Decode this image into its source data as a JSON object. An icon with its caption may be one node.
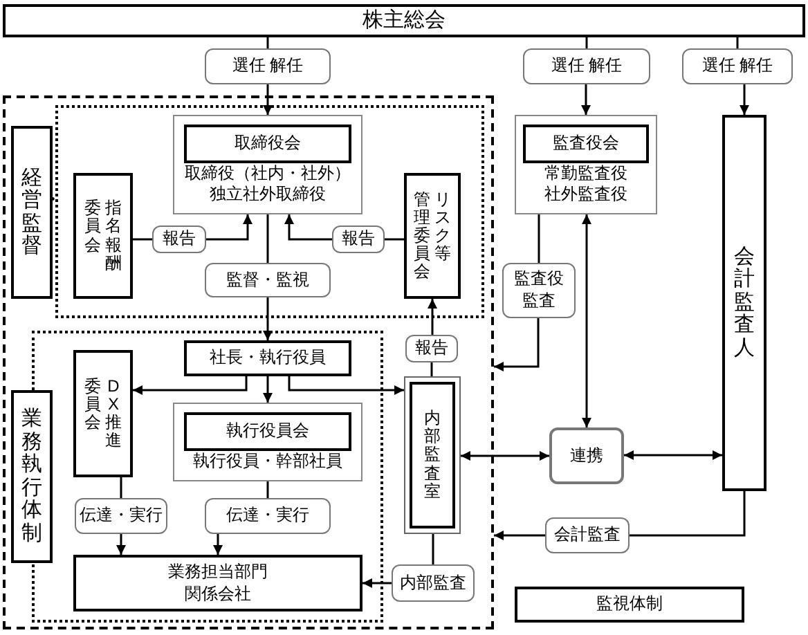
{
  "diagram": {
    "nodes": [
      {
        "text": [
          "株主総会"
        ]
      },
      {
        "text": [
          "選任 解任"
        ]
      },
      {
        "text": [
          "選任 解任"
        ]
      },
      {
        "text": [
          "選任 解任"
        ]
      },
      {
        "text": [],
        "shape": "box"
      },
      {
        "text": [],
        "shape": "box",
        "in": 4
      },
      {
        "text": [
          "経営・監督"
        ],
        "in": 4
      },
      {
        "text": [
          "取締役（社内・社外）独立社外取締役"
        ],
        "in": 5
      },
      {
        "text": [
          "取締役会"
        ],
        "in": 7
      },
      {
        "text": [
          "指名報酬委員会"
        ],
        "in": 5
      },
      {
        "text": [
          "報告"
        ],
        "in": 5
      },
      {
        "text": [
          "報告"
        ],
        "in": 5
      },
      {
        "text": [
          "リスク等管理委員会"
        ],
        "in": 5
      },
      {
        "text": [
          "監督・監視"
        ],
        "in": 5
      },
      {
        "text": [
          "常勤監査役社外監査役"
        ]
      },
      {
        "text": [
          "監査役会"
        ],
        "in": 14
      },
      {
        "text": [
          "会計監査人"
        ]
      },
      {
        "text": [
          "監査役監査"
        ]
      },
      {
        "text": [
          "報告"
        ],
        "in": 4
      },
      {
        "text": [],
        "shape": "box",
        "in": 4
      },
      {
        "text": [
          "業務執行体制"
        ],
        "in": 4
      },
      {
        "text": [
          "社長・執行役員"
        ],
        "in": 19
      },
      {
        "text": [
          "DX推進委員会"
        ],
        "in": 19
      },
      {
        "text": [
          "執行役員・幹部社員"
        ],
        "in": 19
      },
      {
        "text": [
          "執行役員会"
        ],
        "in": 23
      },
      {
        "text": [
          "伝達・実行"
        ],
        "in": 19
      },
      {
        "text": [
          "伝達・実行"
        ],
        "in": 19
      },
      {
        "text": [
          "業務担当部門関係会社"
        ],
        "in": 19
      },
      {
        "text": [
          "内部監査室"
        ],
        "in": 4
      },
      {
        "text": [
          "内部監査"
        ],
        "in": 4
      },
      {
        "text": [
          "連携"
        ]
      },
      {
        "text": [
          "会計監査"
        ]
      },
      {
        "text": [
          "監視体制"
        ]
      }
    ],
    "edges": [
      {
        "from": 0,
        "to": 1,
        "arrow": "none"
      },
      {
        "from": 1,
        "to": 7,
        "arrow": "to"
      },
      {
        "from": 0,
        "to": 2,
        "arrow": "none"
      },
      {
        "from": 2,
        "to": 14,
        "arrow": "to"
      },
      {
        "from": 0,
        "to": 3,
        "arrow": "none"
      },
      {
        "from": 3,
        "to": 16,
        "arrow": "to"
      },
      {
        "from": 9,
        "to": 10,
        "arrow": "none"
      },
      {
        "from": 10,
        "to": 7,
        "arrow": "to"
      },
      {
        "from": 12,
        "to": 11,
        "arrow": "none"
      },
      {
        "from": 11,
        "to": 7,
        "arrow": "to"
      },
      {
        "from": 7,
        "to": 13,
        "arrow": "none"
      },
      {
        "from": 13,
        "to": 21,
        "arrow": "to"
      },
      {
        "from": 14,
        "to": 17,
        "arrow": "none"
      },
      {
        "from": 17,
        "to": 4,
        "arrow": "to"
      },
      {
        "from": 14,
        "to": 30,
        "arrow": "both"
      },
      {
        "from": 21,
        "to": 22,
        "arrow": "to"
      },
      {
        "from": 21,
        "to": 23,
        "arrow": "to"
      },
      {
        "from": 21,
        "to": 28,
        "arrow": "to"
      },
      {
        "from": 22,
        "to": 25,
        "arrow": "none"
      },
      {
        "from": 25,
        "to": 27,
        "arrow": "to"
      },
      {
        "from": 23,
        "to": 26,
        "arrow": "none"
      },
      {
        "from": 26,
        "to": 27,
        "arrow": "to"
      },
      {
        "from": 28,
        "to": 18,
        "arrow": "none"
      },
      {
        "from": 18,
        "to": 12,
        "arrow": "to"
      },
      {
        "from": 28,
        "to": 30,
        "arrow": "both"
      },
      {
        "from": 30,
        "to": 16,
        "arrow": "both"
      },
      {
        "from": 28,
        "to": 29,
        "arrow": "none"
      },
      {
        "from": 29,
        "to": 27,
        "arrow": "to"
      },
      {
        "from": 16,
        "to": 31,
        "arrow": "none"
      },
      {
        "from": 31,
        "to": 4,
        "arrow": "to"
      }
    ]
  }
}
